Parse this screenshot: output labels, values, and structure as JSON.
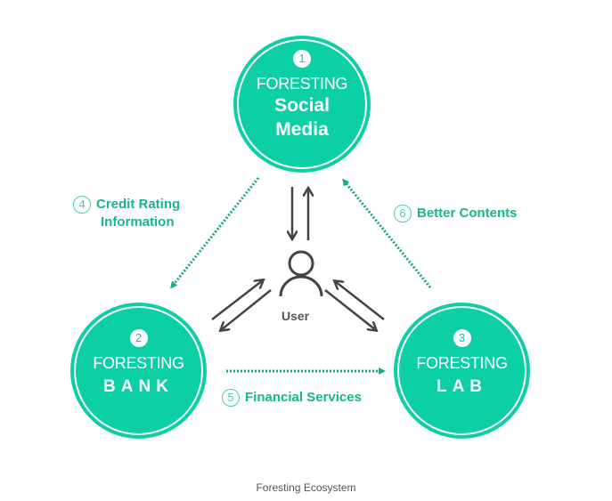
{
  "nodes": [
    {
      "number": "1",
      "brand": "FORESTING",
      "title_line1": "Social",
      "title_line2": "Media"
    },
    {
      "number": "2",
      "brand": "FORESTING",
      "title": "BANK"
    },
    {
      "number": "3",
      "brand": "FORESTING",
      "title": "LAB"
    }
  ],
  "flows": [
    {
      "number": "4",
      "line1": "Credit Rating",
      "line2": "Information"
    },
    {
      "number": "5",
      "label": "Financial Services"
    },
    {
      "number": "6",
      "label": "Better Contents"
    }
  ],
  "user": {
    "label": "User"
  },
  "caption": "Foresting Ecosystem",
  "colors": {
    "accent": "#0ccfa5",
    "flow": "#17b58e",
    "arrow": "#444444"
  }
}
